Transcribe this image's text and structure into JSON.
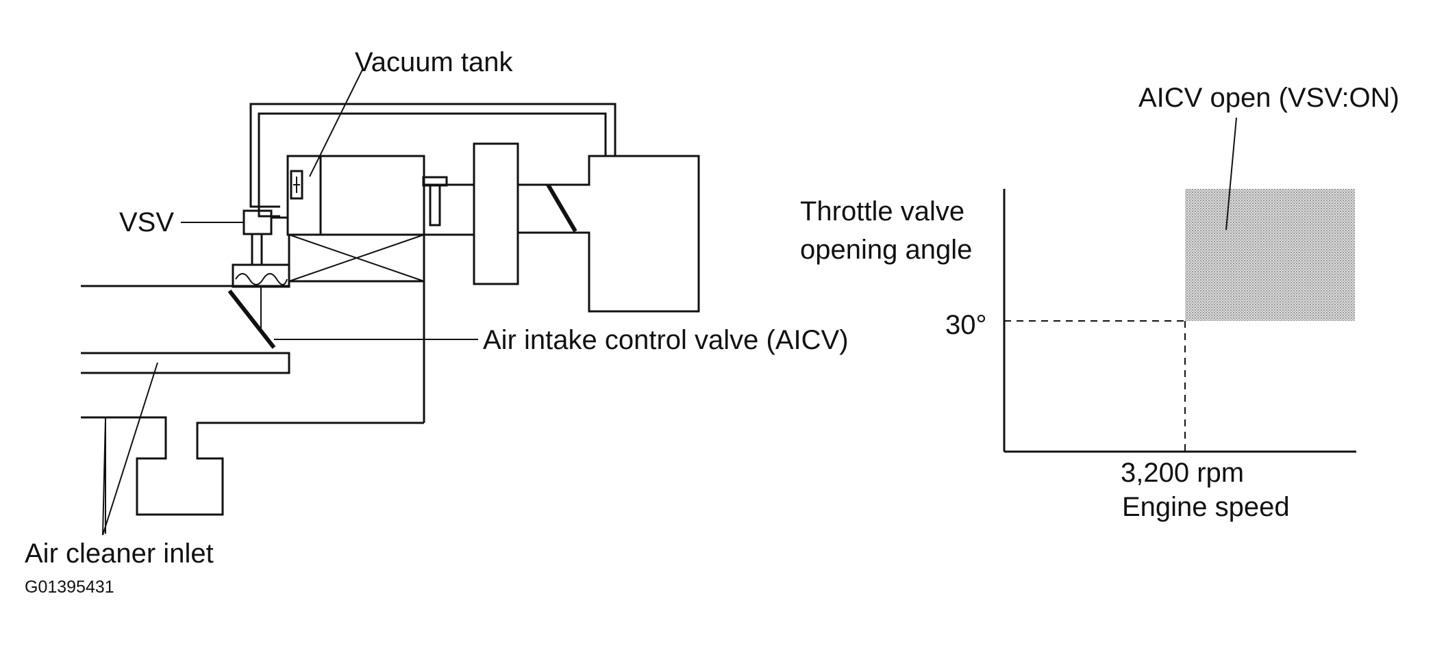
{
  "diagram": {
    "labels": {
      "vacuum_tank": "Vacuum tank",
      "vsv": "VSV",
      "aicv": "Air intake control valve (AICV)",
      "air_cleaner_inlet": "Air cleaner inlet",
      "figure_code": "G01395431"
    }
  },
  "graph": {
    "y_label_line1": "Throttle valve",
    "y_label_line2": "opening angle",
    "y_marker": "30°",
    "x_marker": "3,200 rpm",
    "x_label": "Engine speed",
    "region_label": "AICV open (VSV:ON)"
  }
}
